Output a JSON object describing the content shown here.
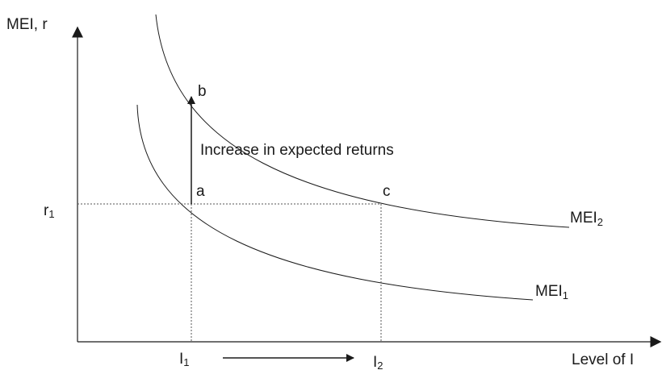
{
  "axes": {
    "y_label": "MEI, r",
    "x_label": "Level of I"
  },
  "curves": {
    "mei1": {
      "base": "MEI",
      "sub": "1"
    },
    "mei2": {
      "base": "MEI",
      "sub": "2"
    }
  },
  "points": {
    "a": "a",
    "b": "b",
    "c": "c"
  },
  "ticks": {
    "r1": {
      "base": "r",
      "sub": "1"
    },
    "i1": {
      "base": "I",
      "sub": "1"
    },
    "i2": {
      "base": "I",
      "sub": "2"
    }
  },
  "annotation": "Increase in expected returns",
  "colors": {
    "line": "#1a1a1a",
    "dotted": "#555555"
  }
}
